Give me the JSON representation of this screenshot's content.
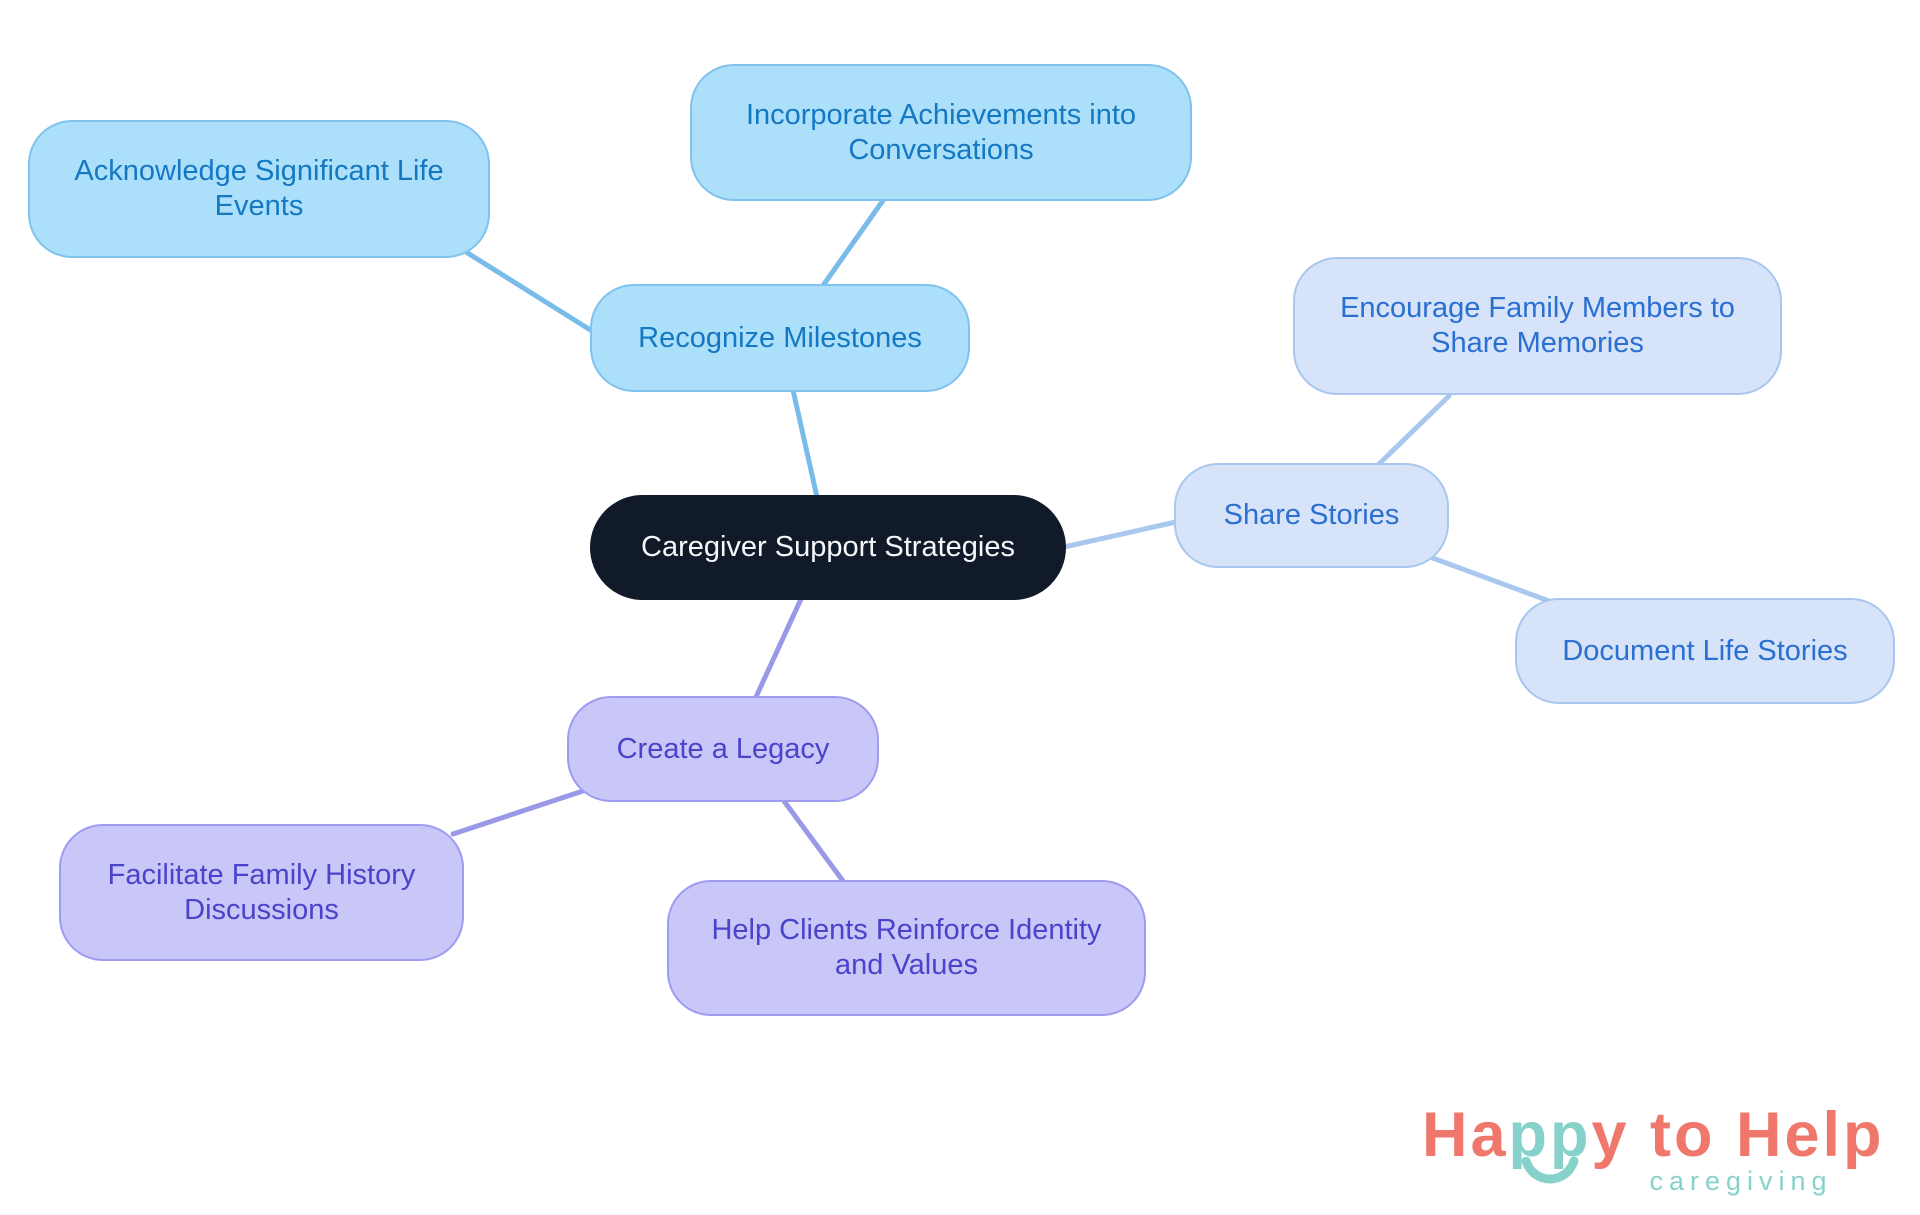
{
  "diagram": {
    "central": {
      "label": "Caregiver Support Strategies"
    },
    "branches": [
      {
        "label": "Recognize Milestones",
        "children": [
          "Acknowledge Significant Life\nEvents",
          "Incorporate Achievements into\nConversations"
        ]
      },
      {
        "label": "Share Stories",
        "children": [
          "Encourage Family Members to\nShare Memories",
          "Document Life Stories"
        ]
      },
      {
        "label": "Create a Legacy",
        "children": [
          "Facilitate Family History\nDiscussions",
          "Help Clients Reinforce Identity\nand Values"
        ]
      }
    ]
  },
  "colors": {
    "central_fill": "#111A28",
    "central_text": "#F5F7FA",
    "blue_fill": "#ACDFFA",
    "blue_border": "#7FC2EE",
    "blue_text": "#1478C2",
    "blue_line": "#79BCE9",
    "periwinkle_fill": "#D6E3F8",
    "periwinkle_border": "#A9C6EF",
    "periwinkle_text": "#2A6FD2",
    "periwinkle_line": "#A9C7EF",
    "purple_fill": "#C8C7F7",
    "purple_border": "#9D9CF1",
    "purple_text": "#4A43CB",
    "purple_line": "#9A99E8"
  },
  "logo": {
    "word_start": "Ha",
    "word_mid": "pp",
    "word_end": "y to Help",
    "subtitle": "caregiving",
    "coral": "#EF776C",
    "teal": "#87D1CB"
  }
}
